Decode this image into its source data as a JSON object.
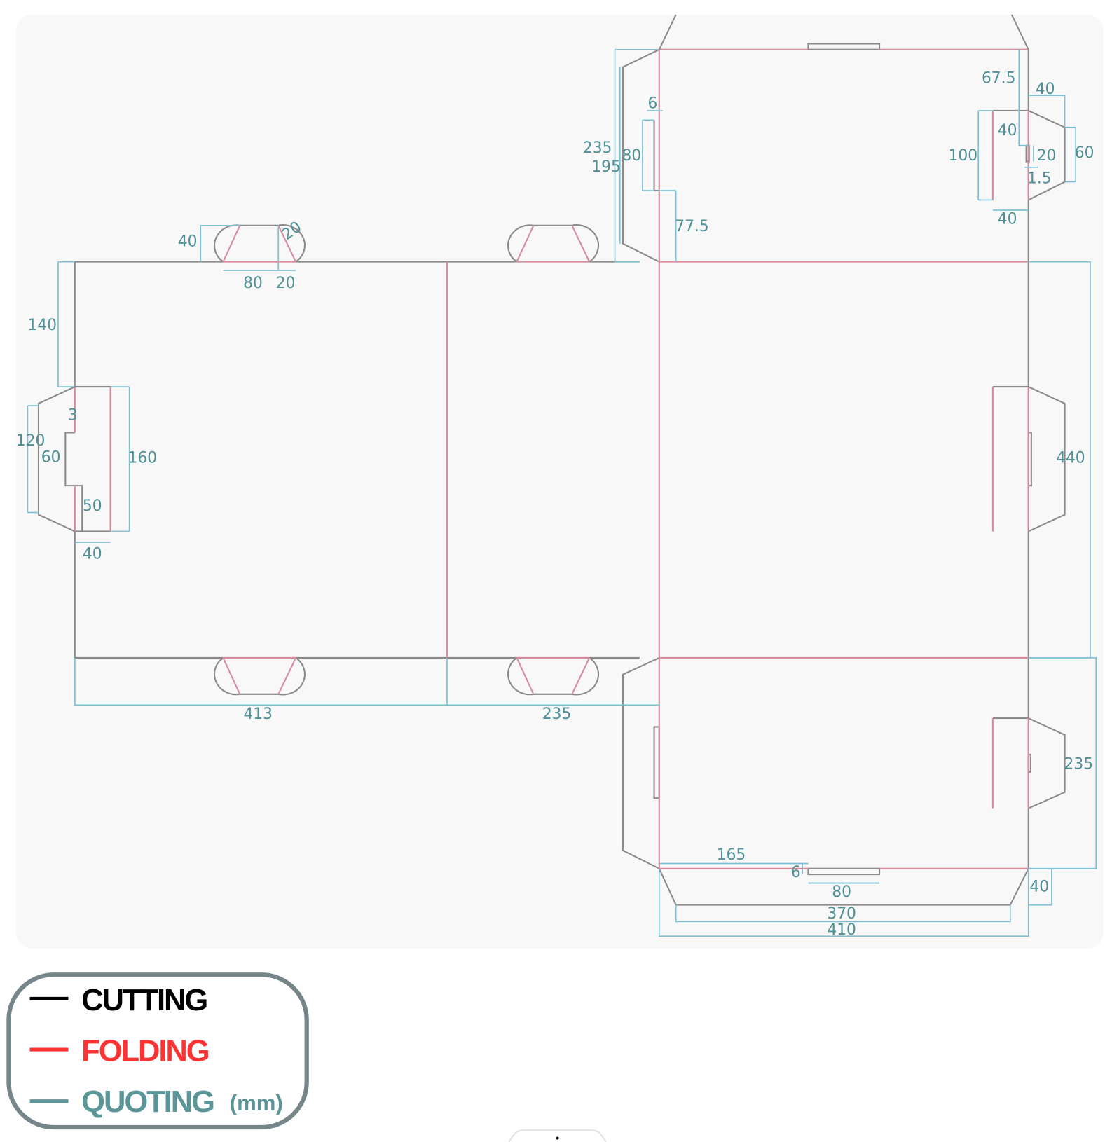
{
  "diagram": {
    "dimensions": [
      "40",
      "20",
      "80",
      "20",
      "140",
      "3",
      "120",
      "60",
      "160",
      "50",
      "40",
      "413",
      "235",
      "235",
      "195",
      "80",
      "6",
      "77.5",
      "67.5",
      "40",
      "40",
      "100",
      "20",
      "60",
      "1.5",
      "40",
      "440",
      "235",
      "165",
      "6",
      "80",
      "40",
      "370",
      "410"
    ]
  },
  "legend": {
    "cutting": "CUTTING",
    "folding": "FOLDING",
    "quoting": "QUOTING",
    "unit": "(mm)",
    "colors": {
      "cutting": "#000000",
      "folding": "#ff3333",
      "quoting": "#5a9598"
    }
  }
}
